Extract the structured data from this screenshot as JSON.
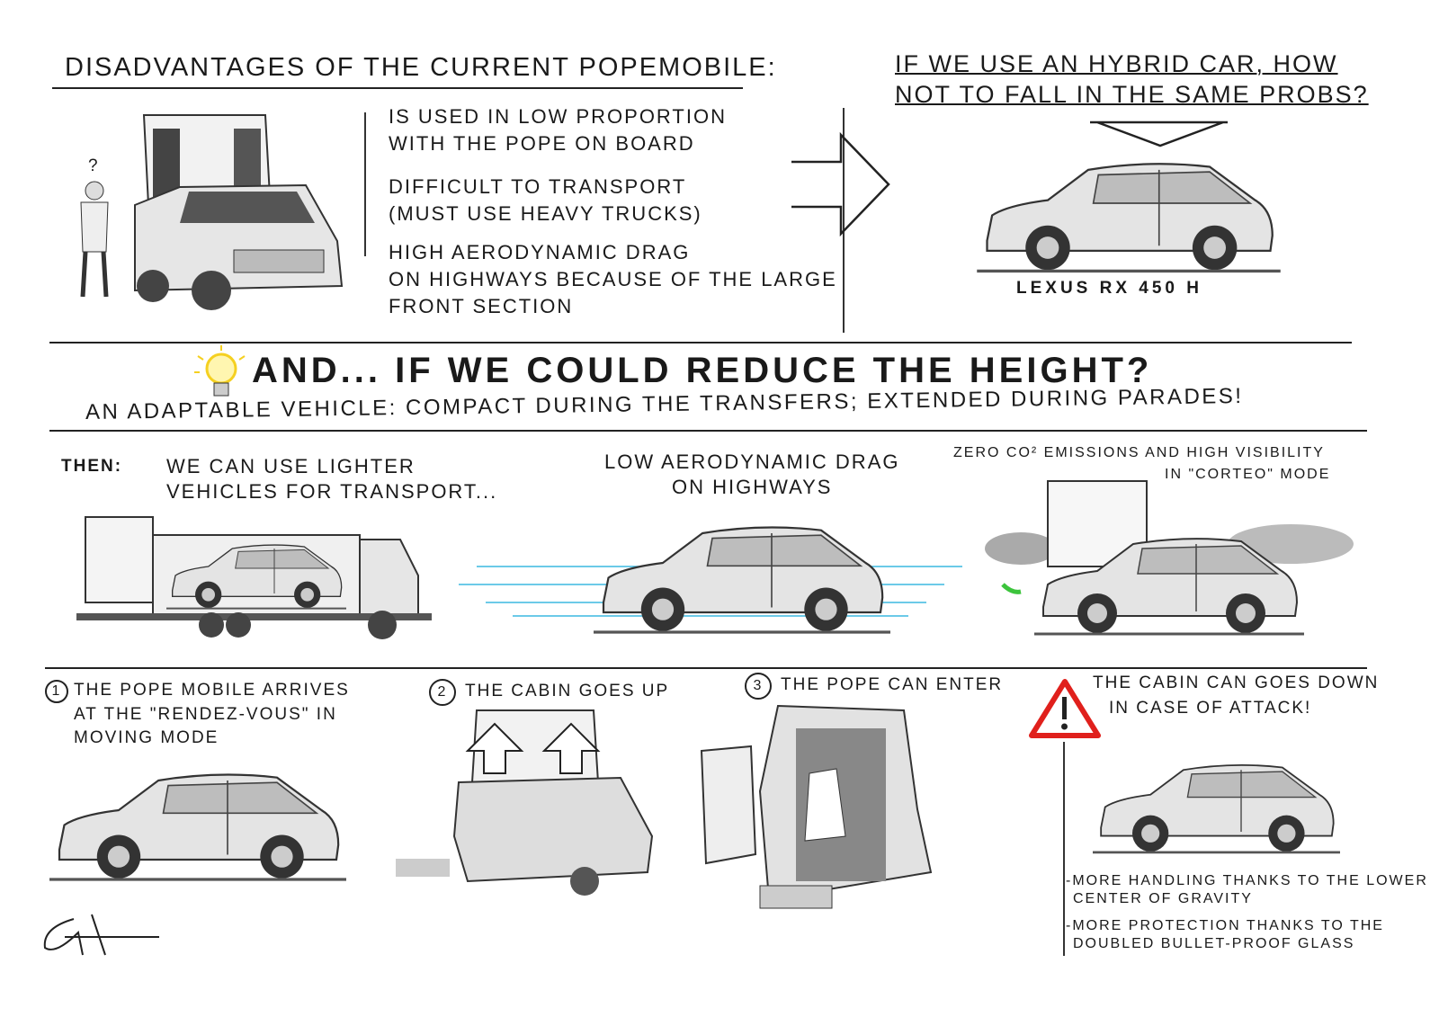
{
  "top_left": {
    "title": "Disadvantages of the current popemobile:",
    "bullets": [
      [
        "Is used in low proportion",
        "with the pope on board"
      ],
      [
        "Difficult to transport",
        "(must use heavy trucks)"
      ],
      [
        "High aerodynamic drag",
        "on highways because of the large",
        "front section"
      ]
    ],
    "question_mark": "?"
  },
  "top_right": {
    "question_line1": "If we use an hybrid car, how",
    "question_line2": "not to fall in the same probs?",
    "car_label": "Lexus RX 450 H"
  },
  "middle": {
    "headline": "And... if we could reduce the height?",
    "subline": "An adaptable vehicle: compact during the transfers; extended during parades!"
  },
  "then": {
    "label": "Then:",
    "items": [
      [
        "We can use lighter",
        "vehicles for transport..."
      ],
      [
        "Low aerodynamic drag",
        "on highways"
      ],
      [
        "Zero CO² emissions and high visibility",
        "in \"corteo\" mode"
      ]
    ]
  },
  "steps": [
    {
      "num": "1",
      "lines": [
        "The pope mobile arrives",
        "at the \"rendez-vous\" in",
        "moving mode"
      ]
    },
    {
      "num": "2",
      "lines": [
        "The cabin goes up"
      ]
    },
    {
      "num": "3",
      "lines": [
        "The pope can enter"
      ]
    }
  ],
  "attack": {
    "title_lines": [
      "The cabin can goes down",
      "in case of attack!"
    ],
    "notes": [
      [
        "-More handling thanks to the lower",
        "center of gravity"
      ],
      [
        "-More protection thanks to the",
        "doubled bullet-proof glass"
      ]
    ]
  },
  "colors": {
    "warning": "#e0201c",
    "bulb": "#f5d020",
    "airflow": "#3bb8e0",
    "leaf": "#3cc43c"
  }
}
